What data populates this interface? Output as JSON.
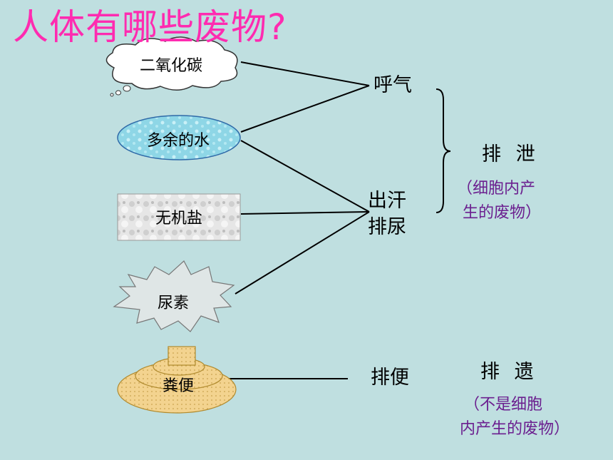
{
  "title": "人体有哪些废物?",
  "nodes": {
    "co2": "二氧化碳",
    "water": "多余的水",
    "salt": "无机盐",
    "urea": "尿素",
    "feces": "粪便"
  },
  "processes": {
    "breath": "呼气",
    "sweat": "出汗",
    "urine": "排尿",
    "defecation": "排便"
  },
  "categories": {
    "excretion": {
      "label": "排 泄",
      "note_line1": "（细胞内产",
      "note_line2": "生的废物）"
    },
    "egestion": {
      "label": "排 遗",
      "note_line1": "（不是细胞",
      "note_line2": "内产生的废物）"
    }
  },
  "colors": {
    "background": "#bfdfe0",
    "title": "#ff2bb0",
    "note": "#6b1f8f"
  }
}
